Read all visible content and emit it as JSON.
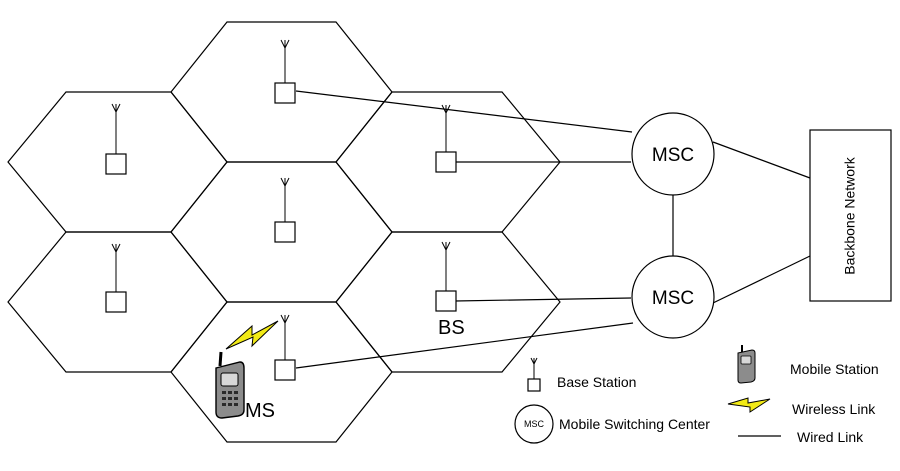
{
  "diagram": {
    "msc_label": "MSC",
    "bs_label": "BS",
    "ms_label": "MS",
    "backbone_label": "Backbone Network",
    "colors": {
      "stroke": "#000000",
      "lightning": "#f2ea16",
      "phone_body": "#8c8c8c"
    }
  },
  "legend": {
    "base_station": "Base Station",
    "mobile_switching_center": "Mobile Switching Center",
    "mobile_station": "Mobile Station",
    "wireless_link": "Wireless Link",
    "wired_link": "Wired Link",
    "msc_icon_text": "MSC"
  }
}
